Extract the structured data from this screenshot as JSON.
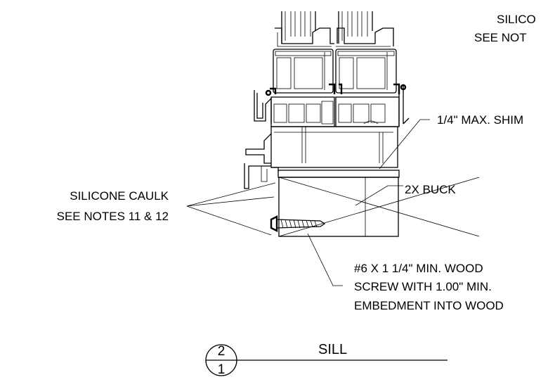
{
  "callouts": {
    "caulk_top_line1": "SILICO",
    "caulk_top_line2": "SEE NOT",
    "shim": "1/4\" MAX. SHIM",
    "buck": "2X BUCK",
    "caulk_left_line1": "SILICONE CAULK",
    "caulk_left_line2": "SEE NOTES 11 & 12",
    "screw_line1": "#6 X 1 1/4\" MIN. WOOD",
    "screw_line2": "SCREW WITH 1.00\" MIN.",
    "screw_line3": "EMBEDMENT INTO WOOD"
  },
  "detail": {
    "number": "2",
    "sheet": "1",
    "title": "SILL"
  }
}
